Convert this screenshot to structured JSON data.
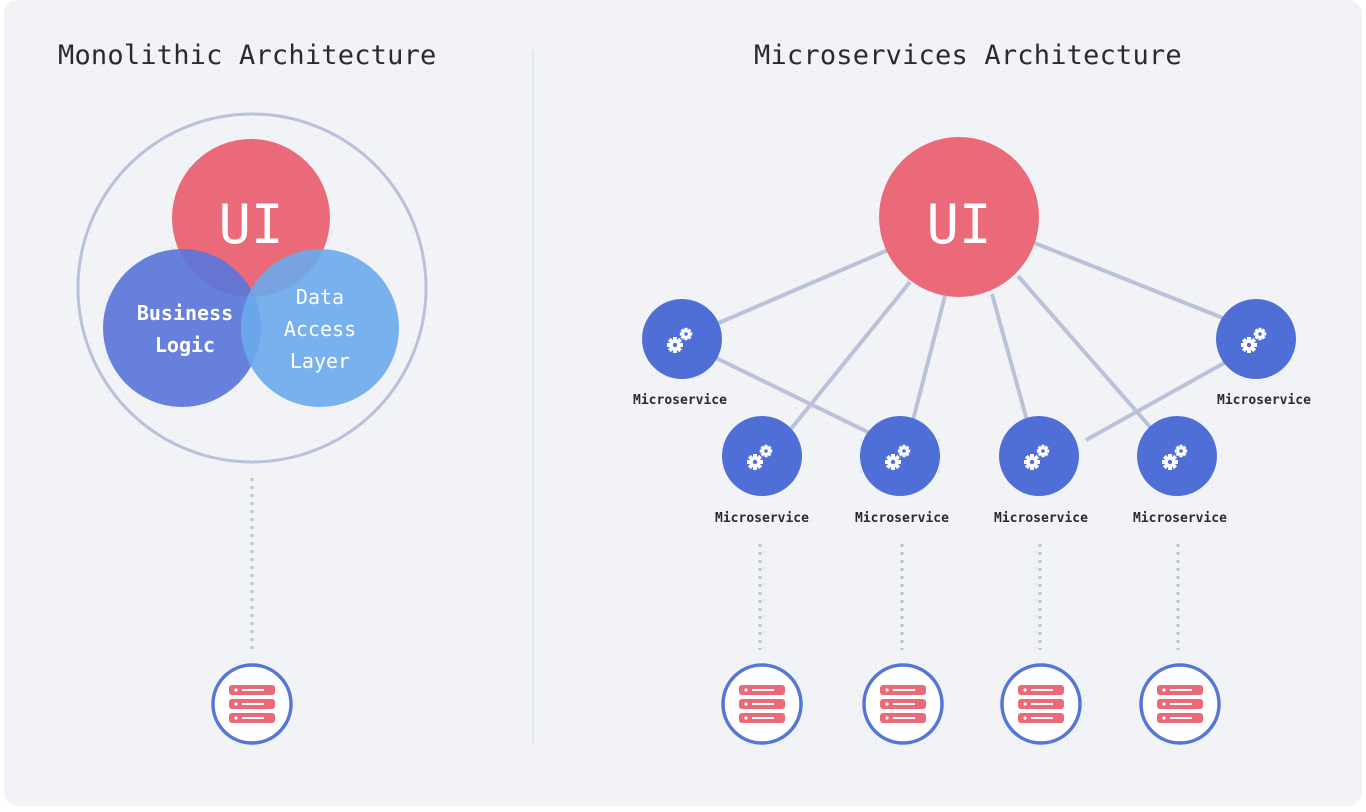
{
  "monolithic": {
    "title": "Monolithic Architecture",
    "ui_label": "UI",
    "business_logic_label": [
      "Business",
      "Logic"
    ],
    "data_access_label": [
      "Data",
      "Access",
      "Layer"
    ]
  },
  "microservices": {
    "title": "Microservices Architecture",
    "ui_label": "UI",
    "service_label": "Microservice",
    "service_count": 6,
    "database_count": 4
  },
  "colors": {
    "ui": "#ea6a7a",
    "business_logic": "#5a76d8",
    "data_access": "#6aaaec",
    "service": "#4f6fd6",
    "db_ring": "#5576d6",
    "db_fill": "#ea6a7a",
    "connector": "#b9c2d8"
  },
  "icons": {
    "service": "gears-icon",
    "database": "database-server-icon"
  }
}
